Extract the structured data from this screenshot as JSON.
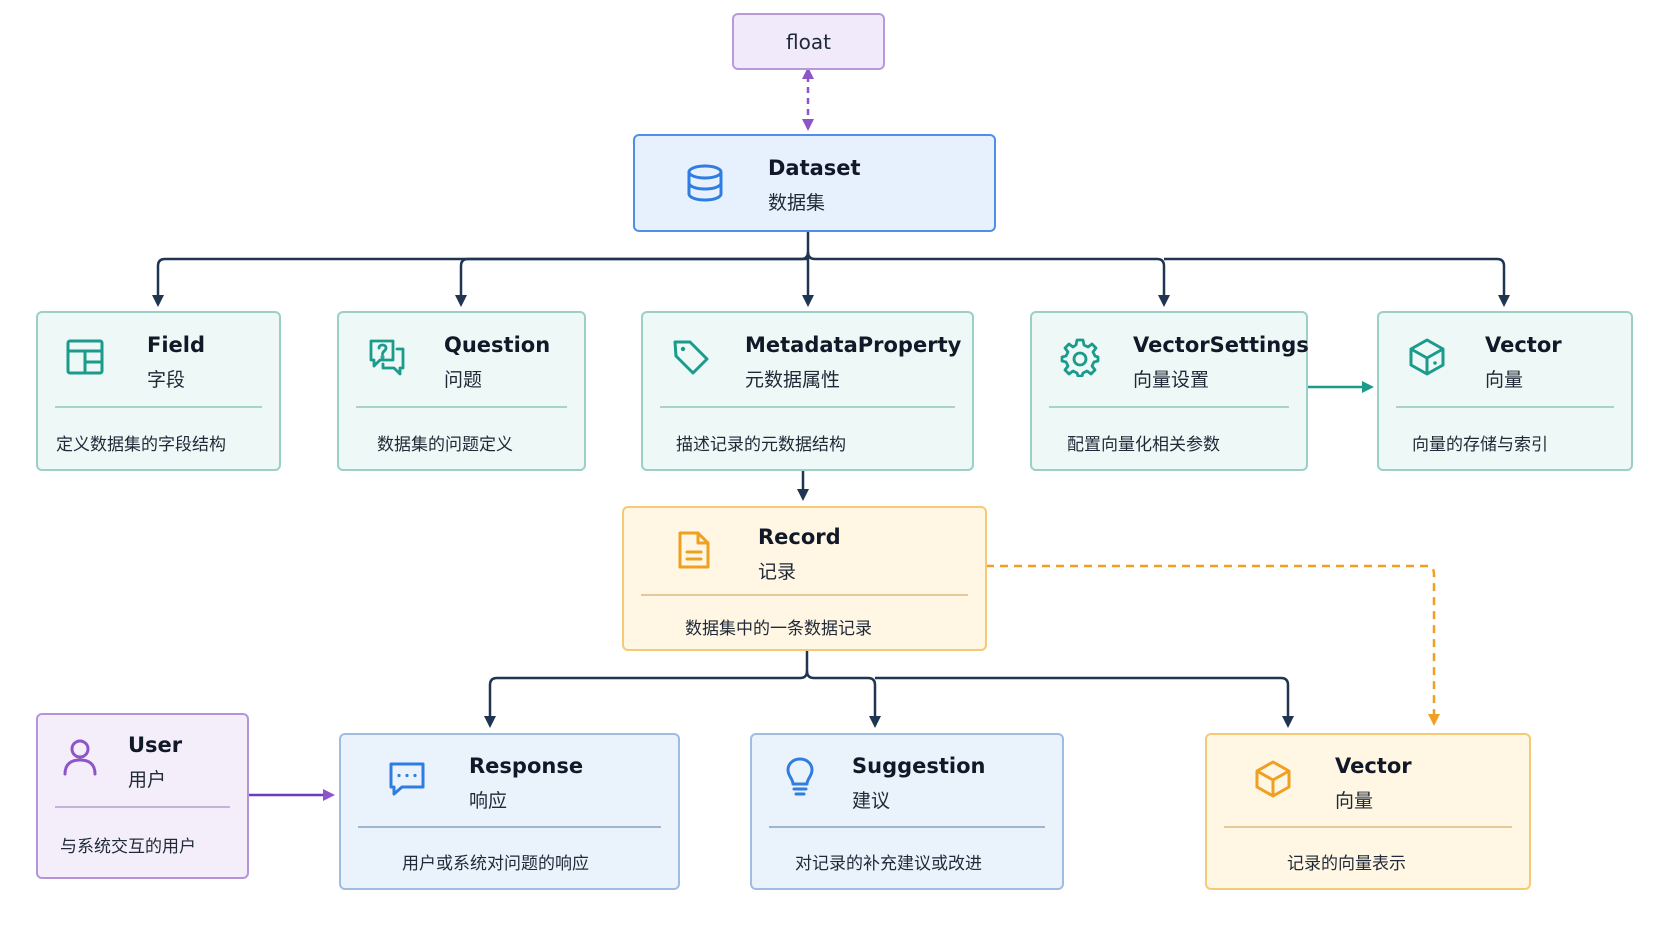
{
  "float_node": {
    "label": "float"
  },
  "nodes": {
    "dataset": {
      "title": "Dataset",
      "subtitle": "数据集",
      "icon": "database-icon"
    },
    "field": {
      "title": "Field",
      "subtitle": "字段",
      "description": "定义数据集的字段结构",
      "icon": "table-icon"
    },
    "question": {
      "title": "Question",
      "subtitle": "问题",
      "description": "数据集的问题定义",
      "icon": "question-chat-icon"
    },
    "metadata": {
      "title": "MetadataProperty",
      "subtitle": "元数据属性",
      "description": "描述记录的元数据结构",
      "icon": "tag-icon"
    },
    "vector_settings": {
      "title": "VectorSettings",
      "subtitle": "向量设置",
      "description": "配置向量化相关参数",
      "icon": "gear-icon"
    },
    "vector_top": {
      "title": "Vector",
      "subtitle": "向量",
      "description": "向量的存储与索引",
      "icon": "cube-icon"
    },
    "record": {
      "title": "Record",
      "subtitle": "记录",
      "description": "数据集中的一条数据记录",
      "icon": "document-icon"
    },
    "user": {
      "title": "User",
      "subtitle": "用户",
      "description": "与系统交互的用户",
      "icon": "user-icon"
    },
    "response": {
      "title": "Response",
      "subtitle": "响应",
      "description": "用户或系统对问题的响应",
      "icon": "chat-dots-icon"
    },
    "suggestion": {
      "title": "Suggestion",
      "subtitle": "建议",
      "description": "对记录的补充建议或改进",
      "icon": "lightbulb-icon"
    },
    "vector_record": {
      "title": "Vector",
      "subtitle": "向量",
      "description": "记录的向量表示",
      "icon": "cube-icon"
    }
  },
  "colors": {
    "connector": "#1f3552",
    "teal_accent": "#1a9b8c",
    "dataset_accent": "#2f7de1",
    "purple_accent": "#8e55c9",
    "amber_accent": "#f0a020",
    "response_accent": "#2f7de1"
  }
}
